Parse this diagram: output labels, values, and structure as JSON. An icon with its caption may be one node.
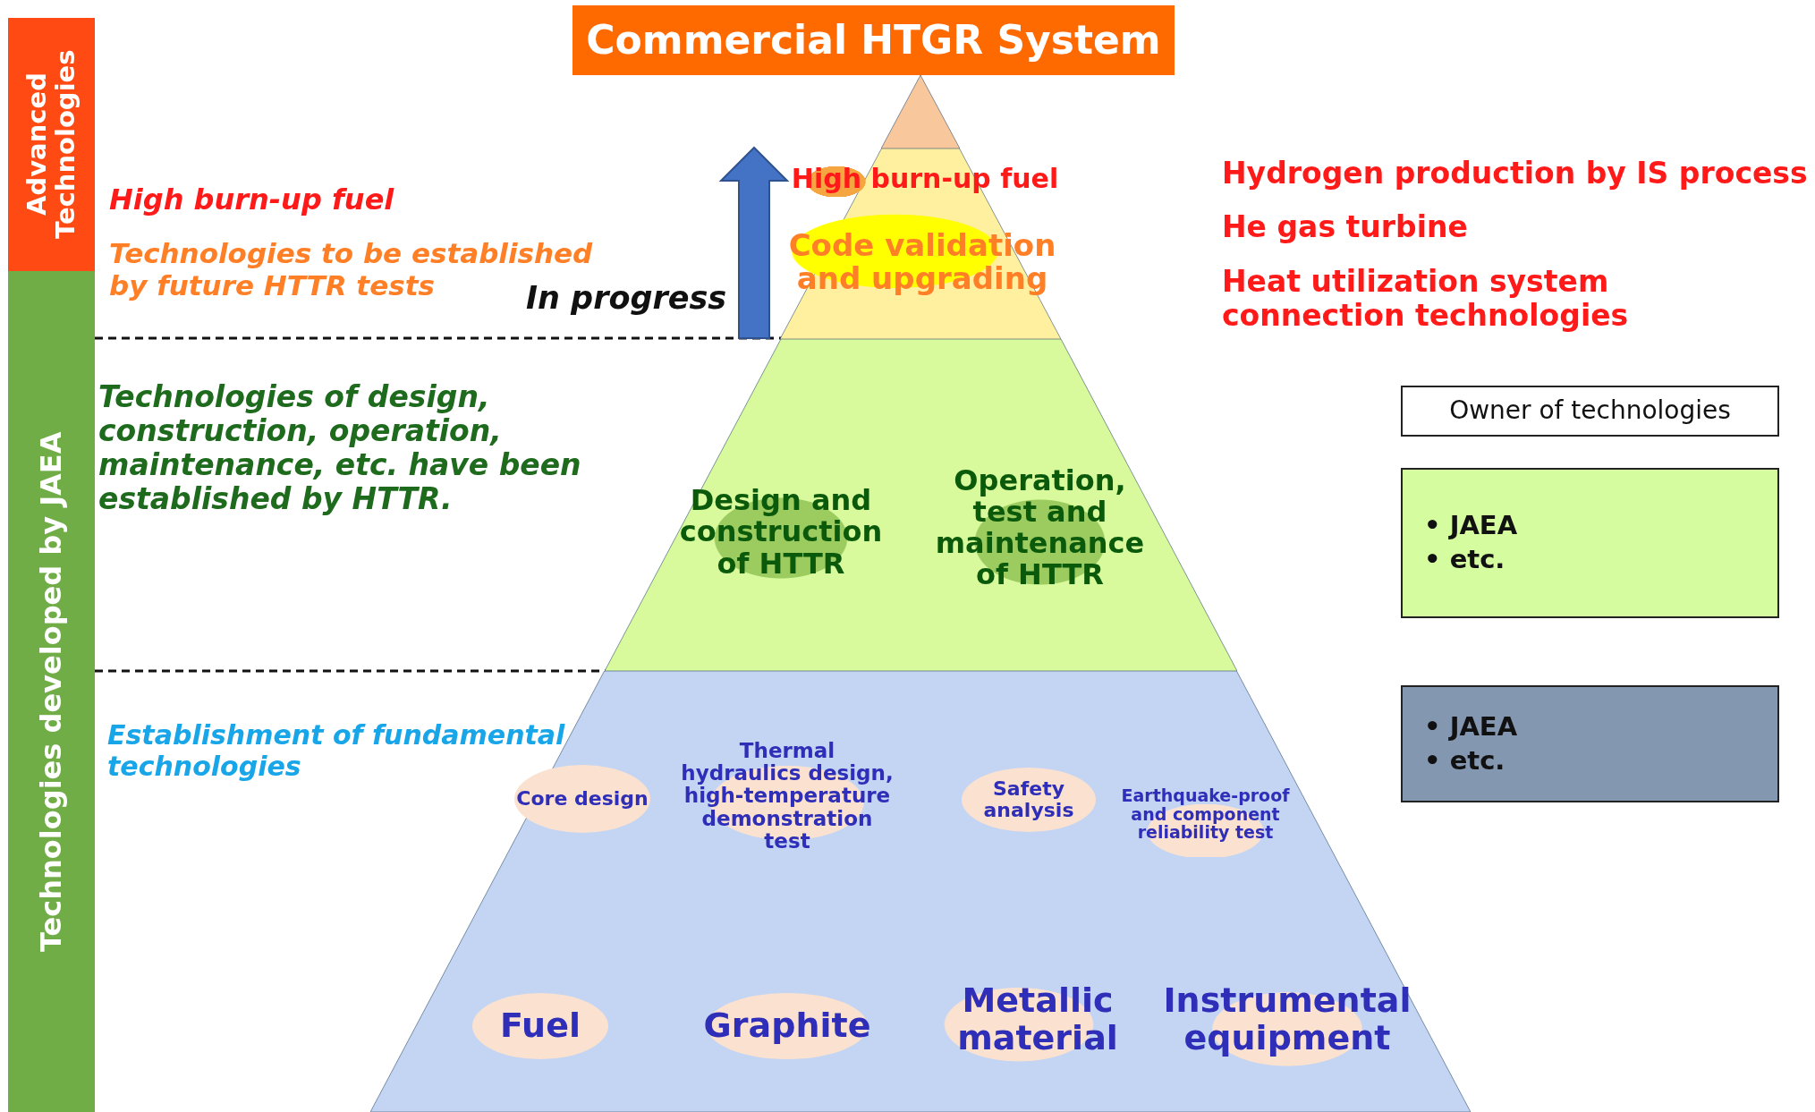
{
  "diagram": {
    "nodes": [
      {
        "text": [
          "Commercial HTGR System"
        ]
      },
      {
        "text": [
          "Advanced Technologies"
        ]
      },
      {
        "text": [
          "Technologies developed by JAEA"
        ]
      },
      {
        "text": [],
        "shape": "triangle"
      },
      {
        "text": [],
        "shape": "trapezoid"
      },
      {
        "text": [
          "High burn-up fuel"
        ],
        "in": 4
      },
      {
        "text": [
          "Code validation and upgrading"
        ],
        "in": 4
      },
      {
        "text": [],
        "shape": "trapezoid"
      },
      {
        "text": [
          "Design and construction of HTTR"
        ],
        "in": 7
      },
      {
        "text": [
          "Operation, test and maintenance of HTTR"
        ],
        "in": 7
      },
      {
        "text": [],
        "shape": "trapezoid"
      },
      {
        "text": [
          "Core design"
        ],
        "in": 10
      },
      {
        "text": [
          "Thermal hydraulics design, high-temperature demonstration test"
        ],
        "in": 10
      },
      {
        "text": [
          "Safety analysis"
        ],
        "in": 10
      },
      {
        "text": [
          "Earthquake-proof and component reliability test"
        ],
        "in": 10
      },
      {
        "text": [
          "Fuel"
        ],
        "in": 10
      },
      {
        "text": [
          "Graphite"
        ],
        "in": 10
      },
      {
        "text": [
          "Metallic material"
        ],
        "in": 10
      },
      {
        "text": [
          "Instrumental equipment"
        ],
        "in": 10
      },
      {
        "text": [
          "Owner of technologies"
        ]
      },
      {
        "text": [
          "• JAEA",
          "• etc."
        ]
      },
      {
        "text": [
          "• JAEA",
          "• etc."
        ]
      }
    ],
    "edges": [],
    "labels": [
      "High burn-up fuel",
      "Technologies to be established by future HTTR tests",
      "In progress",
      "Hydrogen production by IS process",
      "He gas turbine",
      "Heat utilization system connection technologies",
      "Technologies of design, construction, operation, maintenance, etc. have been established by HTTR.",
      "Establishment of fundamental technologies"
    ]
  }
}
